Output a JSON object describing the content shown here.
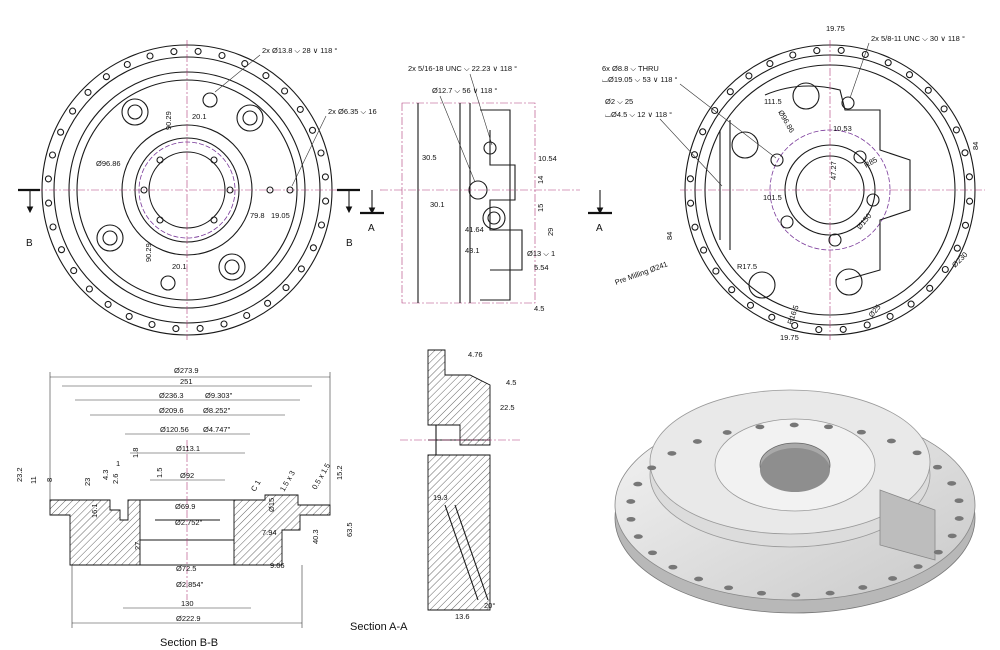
{
  "sheet": {
    "section_bb_label": "Section B-B",
    "section_aa_label": "Section A-A",
    "cut_b_left": "B",
    "cut_b_right": "B",
    "cut_a_left": "A",
    "cut_a_right": "A"
  },
  "front_view": {
    "note_bore": "2x Ø13.8 ⌵ 28 ∨ 118 °",
    "note_small": "2x Ø6.35 ⌵ 16",
    "d_pcd": "Ø96.86",
    "d_9029_top": "90.29",
    "d_9029_bottom": "90.29",
    "d_201_top": "20.1",
    "d_201_bottom": "20.1",
    "d_798": "79.8",
    "d_1905": "19.05"
  },
  "side_view": {
    "note_unc": "2x 5/16-18 UNC ⌵ 22.23 ∨ 118 °",
    "note_127": "Ø12.7 ⌵ 56 ∨ 118 °",
    "note_13": "Ø13 ⌵ 1",
    "d_305": "30.5",
    "d_301": "30.1",
    "d_4164": "41.64",
    "d_431": "43.1",
    "d_1054": "10.54",
    "d_14": "14",
    "d_15": "15",
    "d_29": "29",
    "d_554": "5.54",
    "d_45": "4.5"
  },
  "back_view": {
    "note_thru": "6x Ø8.8 ⌵ THRU",
    "note_cbore": "⌴Ø19.05 ⌵ 53 ∨ 118 °",
    "note_2": "Ø2 ⌵ 25",
    "note_2b": "⌴Ø4.5 ⌵ 12 ∨ 118 °",
    "note_unc": "2x 5/8-11 UNC ⌵ 30 ∨ 118 °",
    "d_1975_top": "19.75",
    "d_1975_bottom": "19.75",
    "d_1115": "111.5",
    "d_9686": "Ø96.86",
    "d_1053": "10.53",
    "d_4727": "47.27",
    "d_r85": "R85",
    "d_1015": "101.5",
    "d_150": "Ø150",
    "d_84_left": "84",
    "d_84_right": "84",
    "d_r175": "R17.5",
    "d_r165": "R16.5",
    "d_25": "Ø25",
    "d_230": "Ø230",
    "pre_milling": "Pre Milling  Ø241"
  },
  "section_bb": {
    "d_2739": "Ø273.9",
    "d_251": "251",
    "d_2363": "Ø236.3",
    "d_2363_in": "Ø9.303\"",
    "d_2096": "Ø209.6",
    "d_2096_in": "Ø8.252\"",
    "d_12056": "Ø120.56",
    "d_12056_in": "Ø4.747\"",
    "d_1131": "Ø113.1",
    "d_92": "Ø92",
    "d_699": "Ø69.9",
    "d_699_in": "Ø2.752\"",
    "d_725": "Ø72.5",
    "d_725_in": "Ø2.854\"",
    "d_130": "130",
    "d_2229": "Ø222.9",
    "d_232": "23.2",
    "d_11": "11",
    "d_8": "8",
    "d_23": "23",
    "d_43": "4.3",
    "d_26": "2.6",
    "d_1": "1",
    "d_18": "1.8",
    "d_15": "1.5",
    "d_161": "16.1",
    "d_27": "27",
    "d_c1": "C 1",
    "d_15x3": "1.5 x 3",
    "d_05x15": "0.5 x 1.5",
    "d_152": "15.2",
    "d_635": "63.5",
    "d_403": "40.3",
    "d_phi15": "Ø15",
    "d_794": "7.94",
    "d_906": "9.06"
  },
  "section_aa": {
    "d_476": "4.76",
    "d_45": "4.5",
    "d_225": "22.5",
    "d_193": "19.3",
    "d_136": "13.6",
    "d_20deg": "20°"
  }
}
